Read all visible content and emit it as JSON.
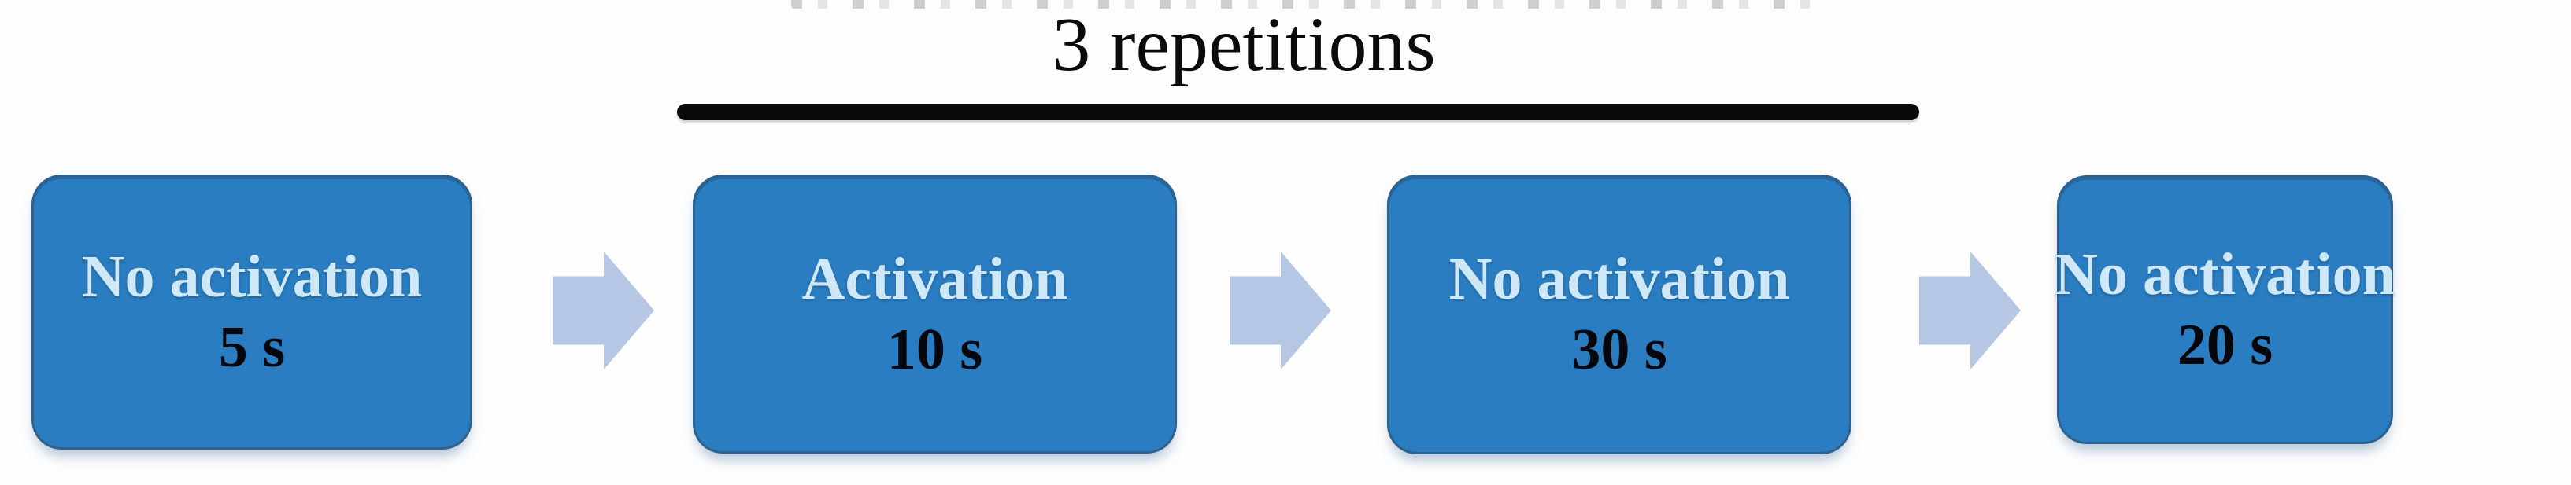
{
  "diagram": {
    "title": "3 repetitions",
    "steps": [
      {
        "label": "No activation",
        "duration": "5 s"
      },
      {
        "label": "Activation",
        "duration": "10 s"
      },
      {
        "label": "No activation",
        "duration": "30 s"
      },
      {
        "label": "No activation",
        "duration": "20 s"
      }
    ],
    "arrow_glyph": "right-block-arrow",
    "colors": {
      "box_fill": "#2a7dc0",
      "box_label_text": "#cfe8f8",
      "box_duration_text": "#05070d",
      "arrow_fill": "#b5c7e4",
      "bracket_line": "#0a0a0a",
      "title_text": "#0b0b0b",
      "background": "#fefefe"
    }
  }
}
